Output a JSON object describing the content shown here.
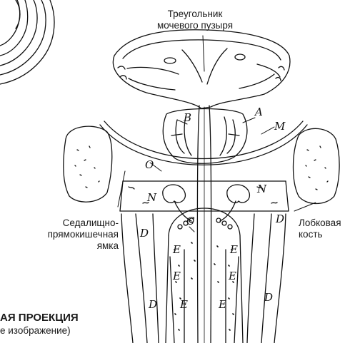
{
  "labels": {
    "bladder_triangle": [
      "Треугольник",
      "мочевого пузыря"
    ],
    "pubic_bone": [
      "Лобковая",
      "кость"
    ],
    "ischiorectal_fossa": [
      "Седалищно-",
      "прямокишечная",
      "ямка"
    ],
    "projection_title": "АЯ ПРОЕКЦИЯ",
    "projection_subtitle": "е изображение)"
  },
  "letters": {
    "A": "A",
    "B": "B",
    "M": "M",
    "O": "O",
    "N": "N",
    "C": "C",
    "D": "D",
    "E": "E"
  },
  "colors": {
    "ink": "#111111",
    "paper": "#ffffff"
  }
}
